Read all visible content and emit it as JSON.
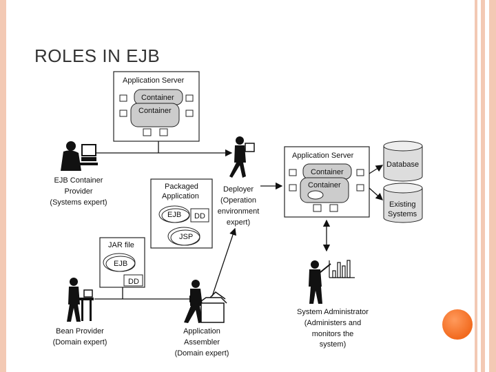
{
  "slide": {
    "title": "ROLES IN EJB"
  },
  "diagram": {
    "app_server_top": {
      "title": "Application Server",
      "containers": [
        "Container",
        "Container"
      ]
    },
    "app_server_right": {
      "title": "Application Server",
      "containers": [
        "Container",
        "Container"
      ]
    },
    "packaged_app": {
      "title_line1": "Packaged",
      "title_line2": "Application",
      "ejb": "EJB",
      "dd": "DD",
      "jsp": "JSP"
    },
    "jar_file": {
      "title": "JAR file",
      "ejb": "EJB",
      "dd": "DD"
    },
    "database": "Database",
    "existing_systems": {
      "line1": "Existing",
      "line2": "Systems"
    },
    "roles": {
      "ejb_container_provider": [
        "EJB Container",
        "Provider",
        "(Systems expert)"
      ],
      "deployer": [
        "Deployer",
        "(Operation",
        "environment",
        "expert)"
      ],
      "bean_provider": [
        "Bean Provider",
        "(Domain expert)"
      ],
      "application_assembler": [
        "Application",
        "Assembler",
        "(Domain expert)"
      ],
      "system_administrator": [
        "System Administrator",
        "(Administers and",
        "monitors the",
        "system)"
      ]
    }
  }
}
